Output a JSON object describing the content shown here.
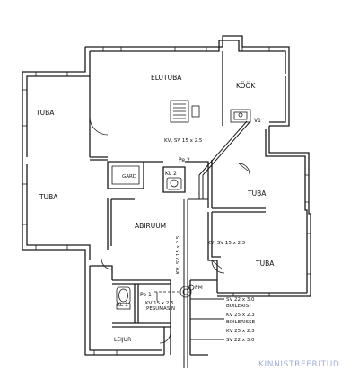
{
  "rooms": {
    "elutuba": "ELUTUBA",
    "kook": "KÖÖK",
    "tuba_top_left": "TUBA",
    "tuba_mid_left": "TUBA",
    "tuba_right_upper": "TUBA",
    "tuba_right_lower": "TUBA",
    "abirum": "ABIRUUM",
    "gard": "GARD",
    "leiur": "LEIJUR"
  },
  "labels": {
    "v1": "V1",
    "pe2": "Pe 2",
    "kl2": "KL 2",
    "pe1": "Pe 1",
    "kl1": "KL 1",
    "pm": "PM",
    "pipe_top": "KV, SV 15 x 2.5",
    "pipe_right": "KV, SV 15 x 2.5",
    "pipe_vertical": "KV, SV 15 x 2.5",
    "pipe_left_a": "KV 15 x 2.5",
    "pipe_left_b": "PESUMASIN",
    "sv_upper": "SV 22 x 3.0",
    "boileri_1": "BOILERIST",
    "kv_1": "KV 25 x 2.3",
    "boileri_2": "BOILERISSE",
    "kv_2": "KV 25 x 2.3",
    "sv_lower": "SV 22 x 3.0"
  },
  "watermark": "KINNISTREERITUD"
}
